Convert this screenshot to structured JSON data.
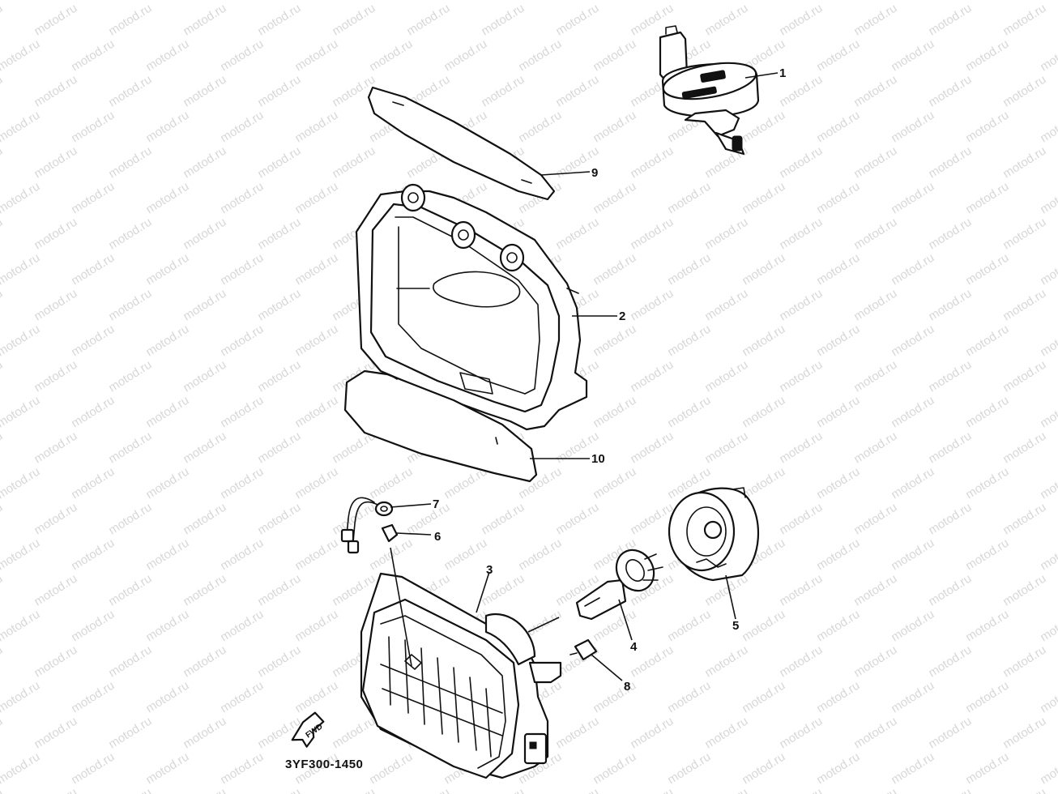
{
  "watermark": {
    "text": "motod.ru"
  },
  "diagram": {
    "code": "3YF300-1450",
    "forward_label": "FWD",
    "callouts": [
      "1",
      "2",
      "3",
      "4",
      "5",
      "6",
      "7",
      "8",
      "9",
      "10"
    ]
  }
}
